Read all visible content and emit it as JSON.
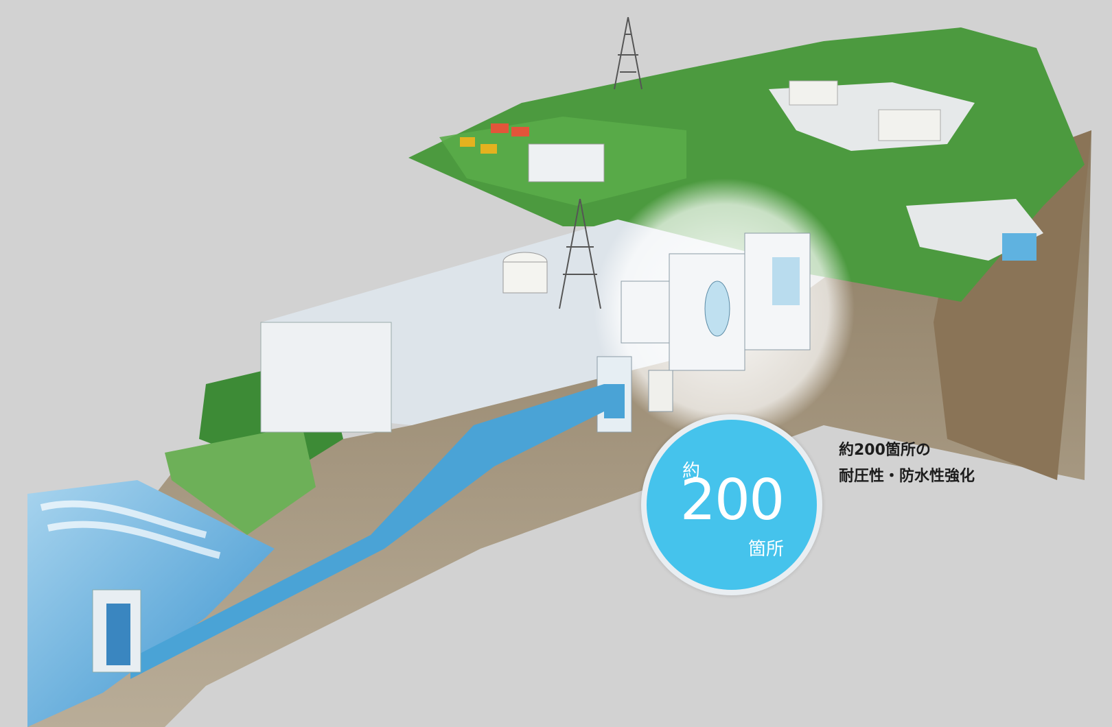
{
  "badge": {
    "prefix": "約",
    "number": "200",
    "suffix": "箇所",
    "ring_color": "#e9eef2",
    "fill_color": "#45c3ec"
  },
  "caption": {
    "line1": "約200箇所の",
    "line2": "耐圧性・防水性強化"
  },
  "colors": {
    "background": "#d2d2d2",
    "vegetation": "#3f8f3a",
    "sea": "#4fa6d6",
    "soil": "#9a8b72",
    "concrete": "#e8eef2",
    "highlight": "#ffffff"
  }
}
